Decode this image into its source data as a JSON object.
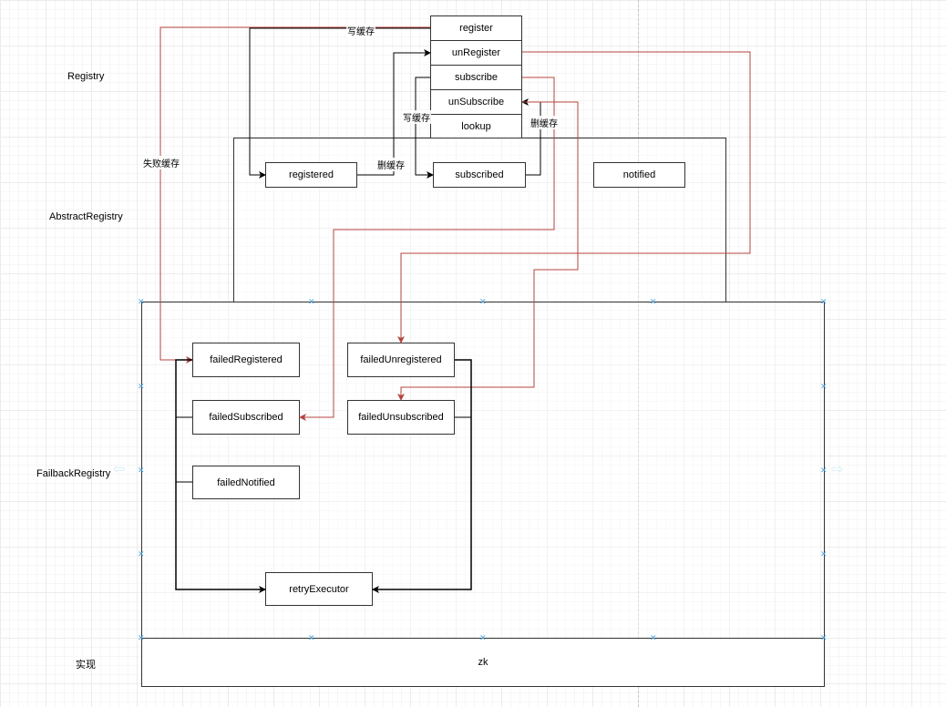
{
  "layers": {
    "registry": "Registry",
    "abstract": "AbstractRegistry",
    "failback": "FailbackRegistry",
    "impl": "实现"
  },
  "registry_methods": {
    "register": "register",
    "unregister": "unRegister",
    "subscribe": "subscribe",
    "unsubscribe": "unSubscribe",
    "lookup": "lookup"
  },
  "abstract_caches": {
    "registered": "registered",
    "subscribed": "subscribed",
    "notified": "notified"
  },
  "failback_sets": {
    "failed_registered": "failedRegistered",
    "failed_unregistered": "failedUnregistered",
    "failed_subscribed": "failedSubscribed",
    "failed_unsubscribed": "failedUnsubscribed",
    "failed_notified": "failedNotified",
    "retry_executor": "retryExecutor"
  },
  "impl_box": "zk",
  "edge_labels": {
    "write_cache_top": "写缓存",
    "write_cache_mid": "写缓存",
    "delete_cache_left": "删缓存",
    "delete_cache_right": "删缓存",
    "failure_cache": "失败缓存"
  },
  "colors": {
    "normal_edge": "#000000",
    "failure_edge": "#b5443f",
    "selection_handle": "#4aa3df"
  }
}
